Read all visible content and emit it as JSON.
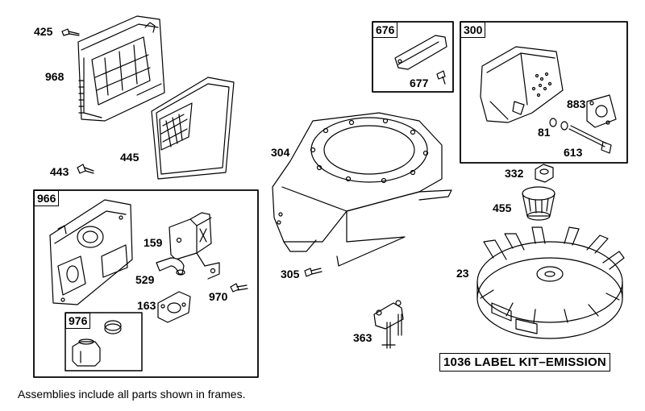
{
  "parts": {
    "p425": "425",
    "p968": "968",
    "p445": "445",
    "p443": "443",
    "p304": "304",
    "p305": "305",
    "p159": "159",
    "p529": "529",
    "p163": "163",
    "p970": "970",
    "p363": "363",
    "p677": "677",
    "p883": "883",
    "p81": "81",
    "p613": "613",
    "p332": "332",
    "p455": "455",
    "p23": "23"
  },
  "frames": {
    "f676": "676",
    "f300": "300",
    "f966": "966",
    "f976": "976"
  },
  "kit_label": "1036 LABEL KIT–EMISSION",
  "footer_note": "Assemblies include all parts shown in frames."
}
